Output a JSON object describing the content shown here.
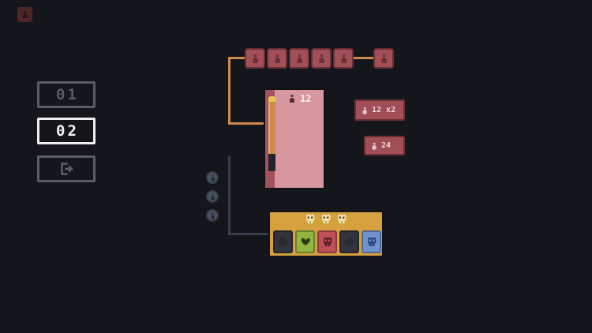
{
  "meta": {
    "app_title": "pixel factory puzzle"
  },
  "colors": {
    "background": "#15151c",
    "orange": "#cd8a4c",
    "line_gray": "#3a404b",
    "badge_red": "#a24f58",
    "badge_red_dark": "#6b2f36",
    "card_pink": "#d697a1",
    "card_stripe": "#a6525e",
    "panel_red": "#a14e57",
    "tray_yellow": "#d5a13f",
    "slot_green": "#93b440",
    "slot_red": "#bf5058",
    "slot_blue": "#6f93cc",
    "slot_dark": "#33333d",
    "menu_gray": "#5b5b64",
    "menu_selected": "#ededf2"
  },
  "sidebar": {
    "levels": [
      {
        "label": "01",
        "selected": false
      },
      {
        "label": "02",
        "selected": true
      }
    ],
    "exit": {
      "icon": "exit-icon"
    }
  },
  "flow": {
    "corner_icon": "person-icon",
    "unit_badge_count": 5,
    "result_badge_count": 1,
    "card": {
      "icon": "person-icon",
      "count": "12"
    },
    "multiplier_panel": {
      "icon": "person-icon",
      "label": "12 x2"
    },
    "result_panel": {
      "icon": "person-icon",
      "label": "24"
    },
    "ghost_token_count": 3
  },
  "tray": {
    "skull_indicator_count": 3,
    "slots": [
      {
        "type": "empty"
      },
      {
        "type": "heart"
      },
      {
        "type": "skull-red"
      },
      {
        "type": "empty"
      },
      {
        "type": "skull-blue"
      }
    ]
  }
}
